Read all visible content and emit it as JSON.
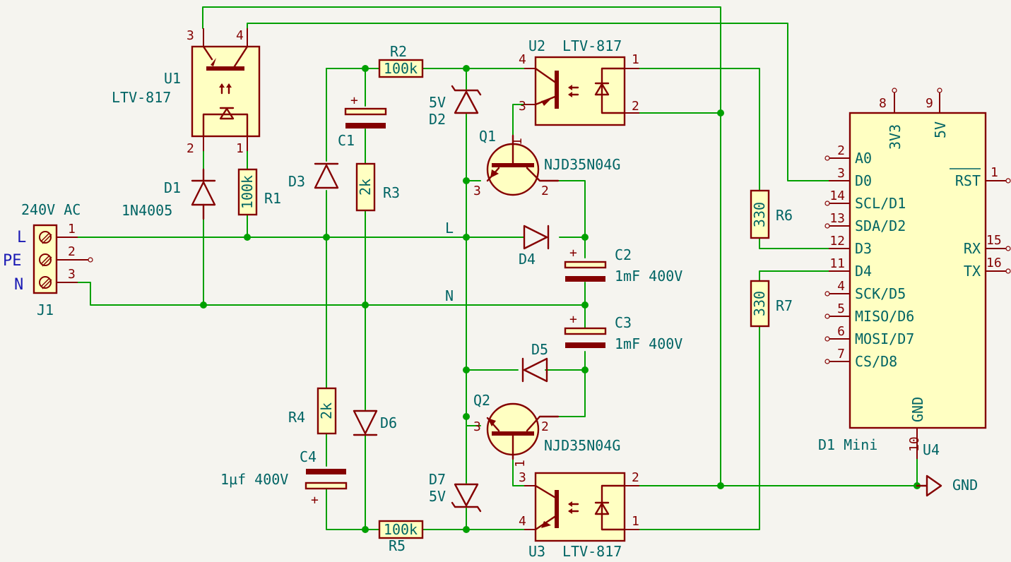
{
  "connector": {
    "ref": "J1",
    "value": "240V AC",
    "side_labels": [
      "L",
      "PE",
      "N"
    ],
    "pins": [
      "1",
      "2",
      "3"
    ]
  },
  "optocouplers": [
    {
      "ref": "U1",
      "value": "LTV-817",
      "pins": [
        "1",
        "2",
        "3",
        "4"
      ]
    },
    {
      "ref": "U2",
      "value": "LTV-817",
      "pins": [
        "1",
        "2",
        "3",
        "4"
      ]
    },
    {
      "ref": "U3",
      "value": "LTV-817",
      "pins": [
        "1",
        "2",
        "3",
        "4"
      ]
    }
  ],
  "resistors": [
    {
      "ref": "R1",
      "value": "100k"
    },
    {
      "ref": "R2",
      "value": "100k"
    },
    {
      "ref": "R3",
      "value": "2k"
    },
    {
      "ref": "R4",
      "value": "2k"
    },
    {
      "ref": "R5",
      "value": "100k"
    },
    {
      "ref": "R6",
      "value": "330"
    },
    {
      "ref": "R7",
      "value": "330"
    }
  ],
  "capacitors": [
    {
      "ref": "C1",
      "value": "",
      "polarity": "+"
    },
    {
      "ref": "C2",
      "value": "1mF 400V",
      "polarity": "+"
    },
    {
      "ref": "C3",
      "value": "1mF 400V",
      "polarity": "+"
    },
    {
      "ref": "C4",
      "value": "1µf 400V",
      "polarity": "+"
    }
  ],
  "diodes": [
    {
      "ref": "D1",
      "value": "1N4005"
    },
    {
      "ref": "D2",
      "value": "5V"
    },
    {
      "ref": "D3",
      "value": ""
    },
    {
      "ref": "D4",
      "value": ""
    },
    {
      "ref": "D5",
      "value": ""
    },
    {
      "ref": "D6",
      "value": ""
    },
    {
      "ref": "D7",
      "value": "5V"
    }
  ],
  "transistors": [
    {
      "ref": "Q1",
      "value": "NJD35N04G",
      "pins": [
        "1",
        "2",
        "3"
      ]
    },
    {
      "ref": "Q2",
      "value": "NJD35N04G",
      "pins": [
        "1",
        "2",
        "3"
      ]
    }
  ],
  "net_labels": [
    "L",
    "N"
  ],
  "mcu": {
    "ref": "U4",
    "value": "D1 Mini",
    "top_pins": [
      {
        "num": "8",
        "name": "3V3"
      },
      {
        "num": "9",
        "name": "5V"
      }
    ],
    "left_pins": [
      {
        "num": "2",
        "name": "A0"
      },
      {
        "num": "3",
        "name": "D0"
      },
      {
        "num": "14",
        "name": "SCL/D1"
      },
      {
        "num": "13",
        "name": "SDA/D2"
      },
      {
        "num": "12",
        "name": "D3"
      },
      {
        "num": "11",
        "name": "D4"
      },
      {
        "num": "4",
        "name": "SCK/D5"
      },
      {
        "num": "5",
        "name": "MISO/D6"
      },
      {
        "num": "6",
        "name": "MOSI/D7"
      },
      {
        "num": "7",
        "name": "CS/D8"
      }
    ],
    "right_pins": [
      {
        "num": "1",
        "name": "RST"
      },
      {
        "num": "15",
        "name": "RX"
      },
      {
        "num": "16",
        "name": "TX"
      }
    ],
    "bottom_pin": {
      "num": "10",
      "name": "GND"
    }
  },
  "power": {
    "gnd_label": "GND"
  },
  "colors": {
    "wire": "#00a000",
    "symbol": "#840000",
    "body_fill": "#ffffc2",
    "text": "#006464",
    "background": "#f5f4ef"
  }
}
